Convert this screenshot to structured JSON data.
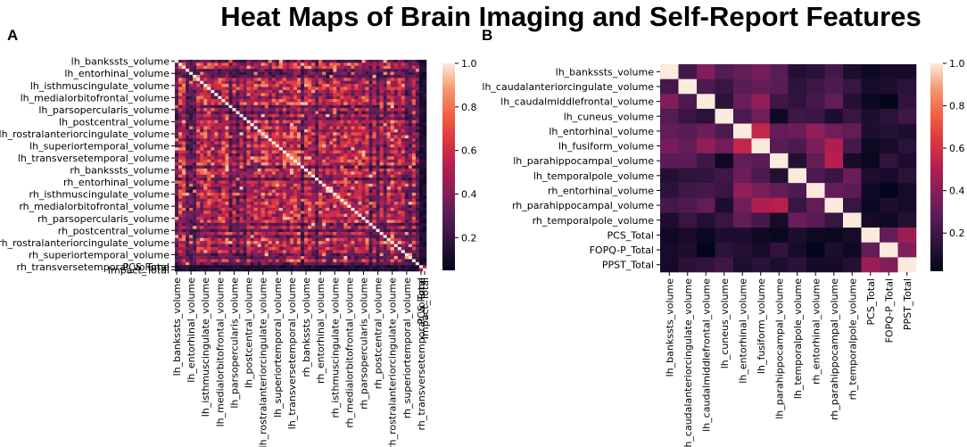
{
  "figure": {
    "title": "Heat Maps of Brain Imaging and Self-Report Features",
    "panel_a_letter": "A",
    "panel_b_letter": "B"
  },
  "chart_data": [
    {
      "type": "heatmap",
      "panel": "A",
      "colormap": "rocket",
      "colorbar_ticks": [
        "1.0",
        "0.8",
        "0.6",
        "0.4",
        "0.2"
      ],
      "colorbar_tick_values": [
        1.0,
        0.8,
        0.6,
        0.4,
        0.2
      ],
      "colorbar_range": [
        0.05,
        1.0
      ],
      "matrix_size": 70,
      "ytick_labels": [
        "lh_bankssts_volume",
        "lh_entorhinal_volume",
        "lh_isthmuscingulate_volume",
        "lh_medialorbitofrontal_volume",
        "lh_parsopercularis_volume",
        "lh_postcentral_volume",
        "lh_rostralanteriorcingulate_volume",
        "lh_superiortemporal_volume",
        "lh_transversetemporal_volume",
        "rh_bankssts_volume",
        "rh_entorhinal_volume",
        "rh_isthmuscingulate_volume",
        "rh_medialorbitofrontal_volume",
        "rh_parsopercularis_volume",
        "rh_postcentral_volume",
        "rh_rostralanteriorcingulate_volume",
        "rh_superiortemporal_volume",
        "rh_transversetemporal_volume",
        "PCS_Total",
        "Impact_Total"
      ],
      "xtick_labels": [
        "lh_bankssts_volume",
        "lh_entorhinal_volume",
        "lh_isthmuscingulate_volume",
        "lh_medialorbitofrontal_volume",
        "lh_parsopercularis_volume",
        "lh_postcentral_volume",
        "lh_rostralanteriorcingulate_volume",
        "lh_superiortemporal_volume",
        "lh_transversetemporal_volume",
        "rh_bankssts_volume",
        "rh_entorhinal_volume",
        "rh_isthmuscingulate_volume",
        "rh_medialorbitofrontal_volume",
        "rh_parsopercularis_volume",
        "rh_postcentral_volume",
        "rh_rostralanteriorcingulate_volume",
        "rh_superiortemporal_volume",
        "rh_transversetemporal_volume",
        "PCS_Total",
        "Impact_Total"
      ]
    },
    {
      "type": "heatmap",
      "panel": "B",
      "colormap": "rocket",
      "colorbar_ticks": [
        "1.0",
        "0.8",
        "0.6",
        "0.4",
        "0.2"
      ],
      "colorbar_tick_values": [
        1.0,
        0.8,
        0.6,
        0.4,
        0.2
      ],
      "colorbar_range": [
        0.02,
        1.0
      ],
      "labels": [
        "lh_bankssts_volume",
        "lh_caudalanteriorcingulate_volume",
        "lh_caudalmiddlefrontal_volume",
        "lh_cuneus_volume",
        "lh_entorhinal_volume",
        "lh_fusiform_volume",
        "lh_parahippocampal_volume",
        "lh_temporalpole_volume",
        "rh_entorhinal_volume",
        "rh_parahippocampal_volume",
        "rh_temporalpole_volume",
        "PCS_Total",
        "FOPQ-P_Total",
        "PPST_Total"
      ],
      "matrix": [
        [
          1.0,
          0.22,
          0.38,
          0.26,
          0.3,
          0.35,
          0.28,
          0.12,
          0.14,
          0.22,
          0.1,
          0.06,
          0.08,
          0.08
        ],
        [
          0.22,
          1.0,
          0.24,
          0.18,
          0.28,
          0.3,
          0.28,
          0.15,
          0.2,
          0.24,
          0.18,
          0.08,
          0.1,
          0.14
        ],
        [
          0.38,
          0.24,
          1.0,
          0.14,
          0.32,
          0.42,
          0.2,
          0.16,
          0.22,
          0.3,
          0.12,
          0.05,
          0.02,
          0.16
        ],
        [
          0.26,
          0.18,
          0.14,
          1.0,
          0.24,
          0.34,
          0.06,
          0.2,
          0.18,
          0.1,
          0.18,
          0.1,
          0.14,
          0.2
        ],
        [
          0.3,
          0.28,
          0.32,
          0.24,
          1.0,
          0.55,
          0.3,
          0.32,
          0.42,
          0.34,
          0.3,
          0.1,
          0.12,
          0.1
        ],
        [
          0.35,
          0.3,
          0.42,
          0.34,
          0.55,
          1.0,
          0.28,
          0.24,
          0.36,
          0.5,
          0.22,
          0.06,
          0.08,
          0.14
        ],
        [
          0.28,
          0.28,
          0.2,
          0.06,
          0.3,
          0.28,
          1.0,
          0.12,
          0.3,
          0.52,
          0.08,
          0.04,
          0.16,
          0.1
        ],
        [
          0.12,
          0.15,
          0.16,
          0.2,
          0.32,
          0.24,
          0.12,
          1.0,
          0.24,
          0.18,
          0.32,
          0.1,
          0.08,
          0.14
        ],
        [
          0.14,
          0.2,
          0.22,
          0.18,
          0.42,
          0.36,
          0.3,
          0.24,
          1.0,
          0.3,
          0.28,
          0.06,
          0.02,
          0.08
        ],
        [
          0.22,
          0.24,
          0.3,
          0.1,
          0.34,
          0.5,
          0.52,
          0.18,
          0.3,
          1.0,
          0.18,
          0.05,
          0.1,
          0.08
        ],
        [
          0.1,
          0.18,
          0.12,
          0.18,
          0.3,
          0.22,
          0.08,
          0.32,
          0.28,
          0.18,
          1.0,
          0.08,
          0.06,
          0.12
        ],
        [
          0.06,
          0.08,
          0.05,
          0.1,
          0.1,
          0.06,
          0.04,
          0.1,
          0.06,
          0.05,
          0.08,
          1.0,
          0.3,
          0.45
        ],
        [
          0.08,
          0.1,
          0.02,
          0.14,
          0.12,
          0.08,
          0.16,
          0.08,
          0.02,
          0.1,
          0.06,
          0.3,
          1.0,
          0.38
        ],
        [
          0.08,
          0.14,
          0.16,
          0.2,
          0.1,
          0.14,
          0.1,
          0.14,
          0.08,
          0.08,
          0.12,
          0.45,
          0.38,
          1.0
        ]
      ]
    }
  ]
}
